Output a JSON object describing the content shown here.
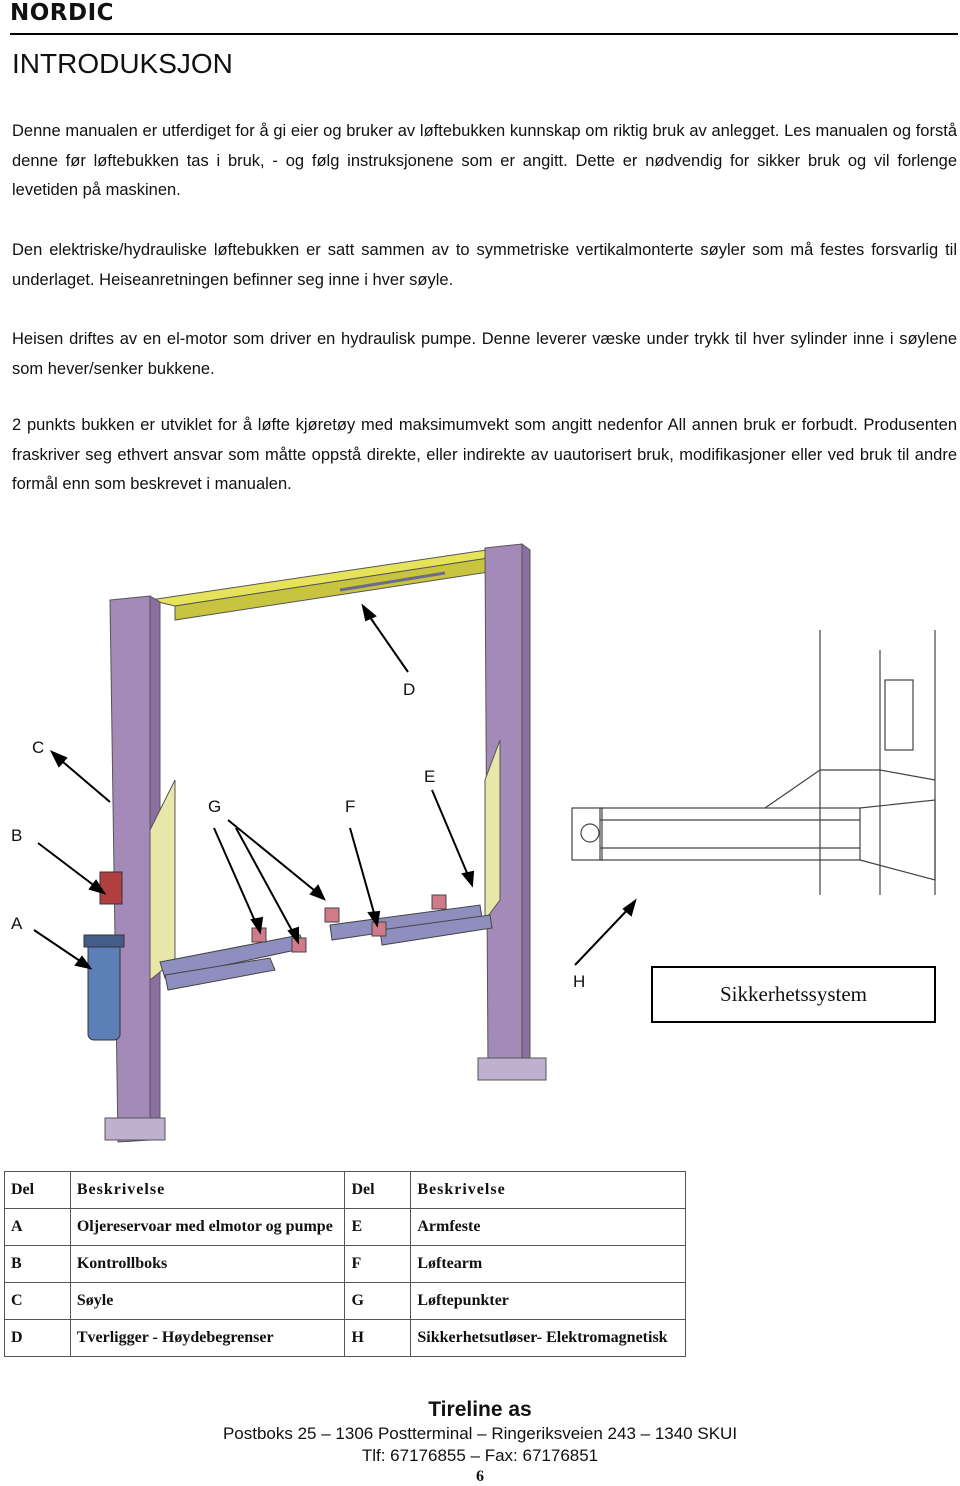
{
  "header": {
    "brand": "NORDIC"
  },
  "title": "INTRODUKSJON",
  "paragraphs": [
    "Denne manualen er utferdiget for å gi eier og bruker av løftebukken kunnskap om riktig bruk av anlegget. Les manualen og forstå denne før løftebukken tas i bruk, - og følg instruksjonene som er angitt. Dette er nødvendig for sikker bruk og vil forlenge levetiden på maskinen.",
    "Den elektriske/hydrauliske løftebukken er satt sammen av to symmetriske vertikalmonterte søyler som må festes forsvarlig til underlaget. Heiseanretningen befinner seg inne i hver søyle.",
    "Heisen driftes av en el-motor som driver en hydraulisk pumpe. Denne leverer væske under trykk til hver sylinder inne i søylene som hever/senker bukkene.",
    "2 punkts bukken er utviklet for å løfte kjøretøy med maksimumvekt som angitt nedenfor All annen bruk er forbudt. Produsenten fraskriver seg ethvert ansvar som måtte oppstå direkte, eller indirekte av uautorisert bruk, modifikasjoner eller ved bruk til andre formål enn som beskrevet i manualen."
  ],
  "diagram": {
    "labels": {
      "A": "A",
      "B": "B",
      "C": "C",
      "D": "D",
      "E": "E",
      "F": "F",
      "G": "G",
      "H": "H"
    },
    "safety_box": "Sikkerhetssystem",
    "colors": {
      "column": "#a48ab8",
      "crossbar": "#e6e25a",
      "arm": "#8f8fbf",
      "motor": "#5c7fb8",
      "pad": "#d07a8a"
    }
  },
  "table": {
    "headers": [
      "Del",
      "Beskrivelse",
      "Del",
      "Beskrivelse"
    ],
    "rows": [
      [
        "A",
        "Oljereservoar med elmotor og pumpe",
        "E",
        "Armfeste"
      ],
      [
        "B",
        "Kontrollboks",
        "F",
        "Løftearm"
      ],
      [
        "C",
        "Søyle",
        "G",
        "Løftepunkter"
      ],
      [
        "D",
        "Tverligger - Høydebegrenser",
        "H",
        "Sikkerhetsutløser- Elektromagnetisk"
      ]
    ]
  },
  "footer": {
    "company": "Tireline as",
    "address": "Postboks 25 – 1306 Postterminal – Ringeriksveien 243 – 1340 SKUI",
    "phone": "Tlf: 67176855 – Fax: 67176851",
    "page": "6"
  }
}
